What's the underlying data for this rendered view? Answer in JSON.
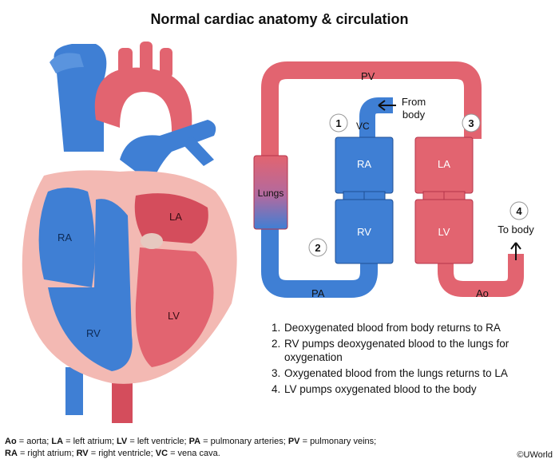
{
  "title": "Normal cardiac anatomy & circulation",
  "heart_labels": {
    "ra": "RA",
    "rv": "RV",
    "la": "LA",
    "lv": "LV"
  },
  "flow_labels": {
    "pv": "PV",
    "pa": "PA",
    "ao": "Ao",
    "vc": "VC",
    "lungs": "Lungs",
    "ra": "RA",
    "rv": "RV",
    "la": "LA",
    "lv": "LV",
    "from_body_1": "From",
    "from_body_2": "body",
    "to_body": "To body"
  },
  "step_markers": [
    "1",
    "2",
    "3",
    "4"
  ],
  "steps": [
    {
      "num": "1.",
      "text": "Deoxygenated blood from body returns to RA"
    },
    {
      "num": "2.",
      "text": "RV pumps deoxygenated blood to the lungs for oxygenation"
    },
    {
      "num": "3.",
      "text": "Oxygenated blood from the lungs returns to LA"
    },
    {
      "num": "4.",
      "text": "LV pumps oxygenated blood to the body"
    }
  ],
  "legend": [
    {
      "abbr": "Ao",
      "def": " = aorta; "
    },
    {
      "abbr": "LA",
      "def": " = left atrium; "
    },
    {
      "abbr": "LV",
      "def": " = left ventricle; "
    },
    {
      "abbr": "PA",
      "def": " = pulmonary arteries; "
    },
    {
      "abbr": "PV",
      "def": " = pulmonary veins;"
    },
    {
      "abbr": "RA",
      "def": " = right atrium; "
    },
    {
      "abbr": "RV",
      "def": " = right ventricle; "
    },
    {
      "abbr": "VC",
      "def": " = vena cava."
    }
  ],
  "copyright": "©UWorld",
  "colors": {
    "red": "#e26470",
    "blue": "#3f7fd4",
    "pink": "#f3b9b3",
    "dark_red": "#d44d5c"
  }
}
